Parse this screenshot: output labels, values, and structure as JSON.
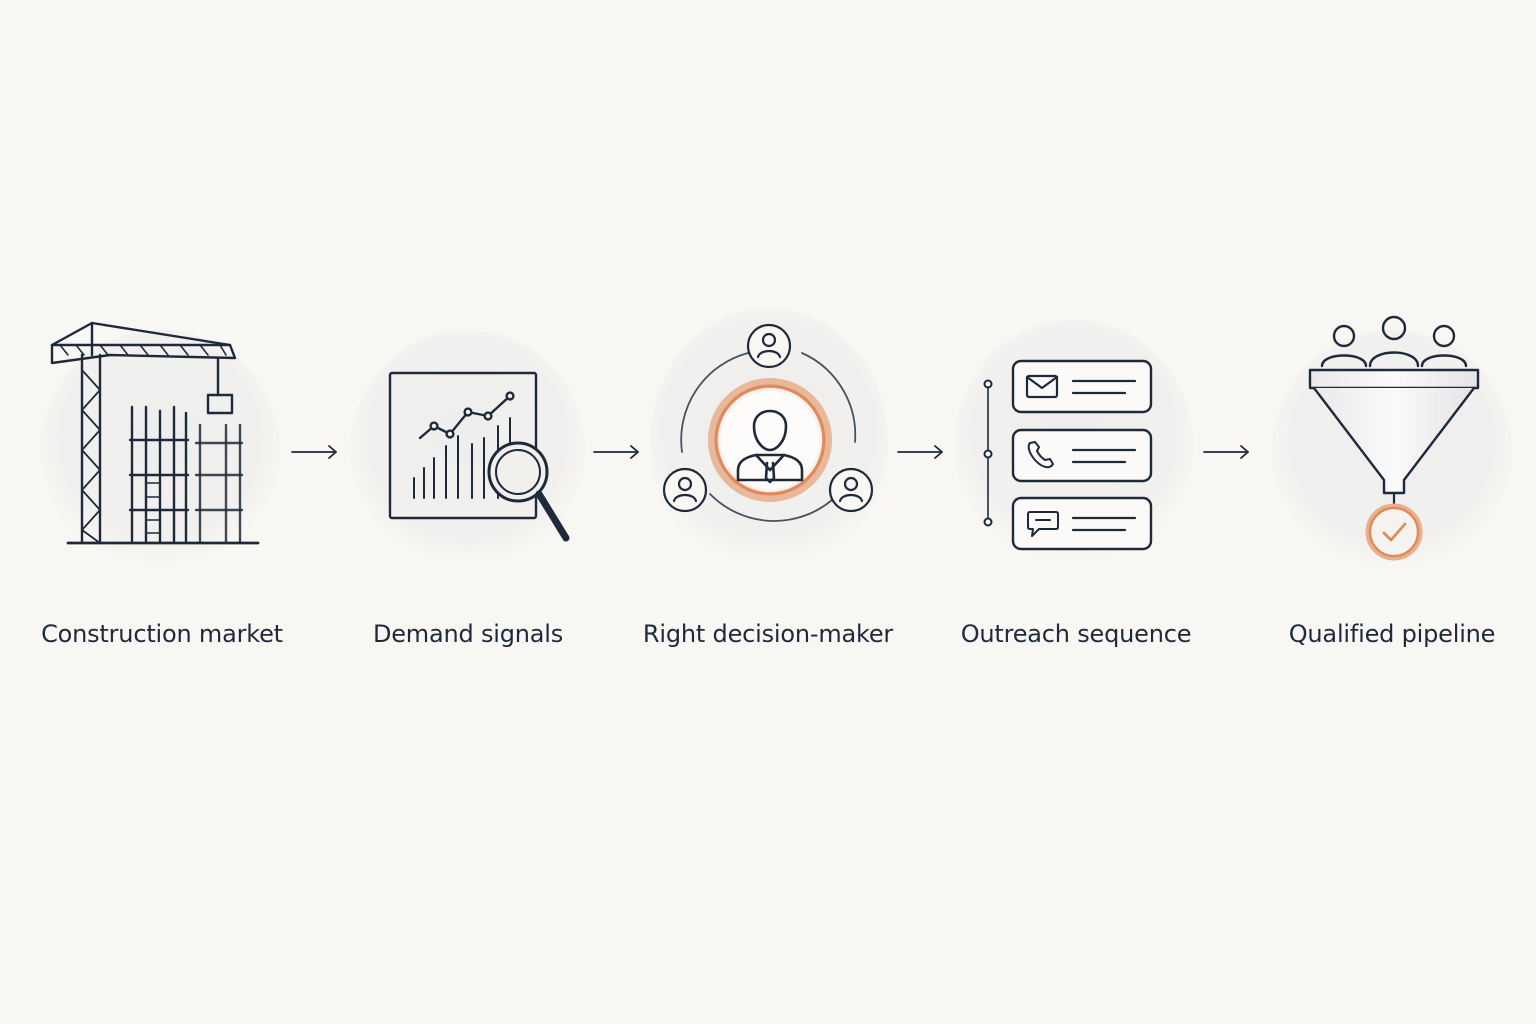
{
  "colors": {
    "ink": "#1e2a3a",
    "accent": "#e08a5a",
    "background": "#f8f7f4"
  },
  "steps": [
    {
      "label": "Construction market",
      "icon": "construction-crane-icon"
    },
    {
      "label": "Demand signals",
      "icon": "chart-magnifier-icon"
    },
    {
      "label": "Right decision-maker",
      "icon": "decision-maker-network-icon"
    },
    {
      "label": "Outreach sequence",
      "icon": "outreach-channels-icon"
    },
    {
      "label": "Qualified pipeline",
      "icon": "qualified-funnel-icon"
    }
  ],
  "connectors": [
    "arrow-right-icon",
    "arrow-right-icon",
    "arrow-right-icon",
    "arrow-right-icon"
  ]
}
